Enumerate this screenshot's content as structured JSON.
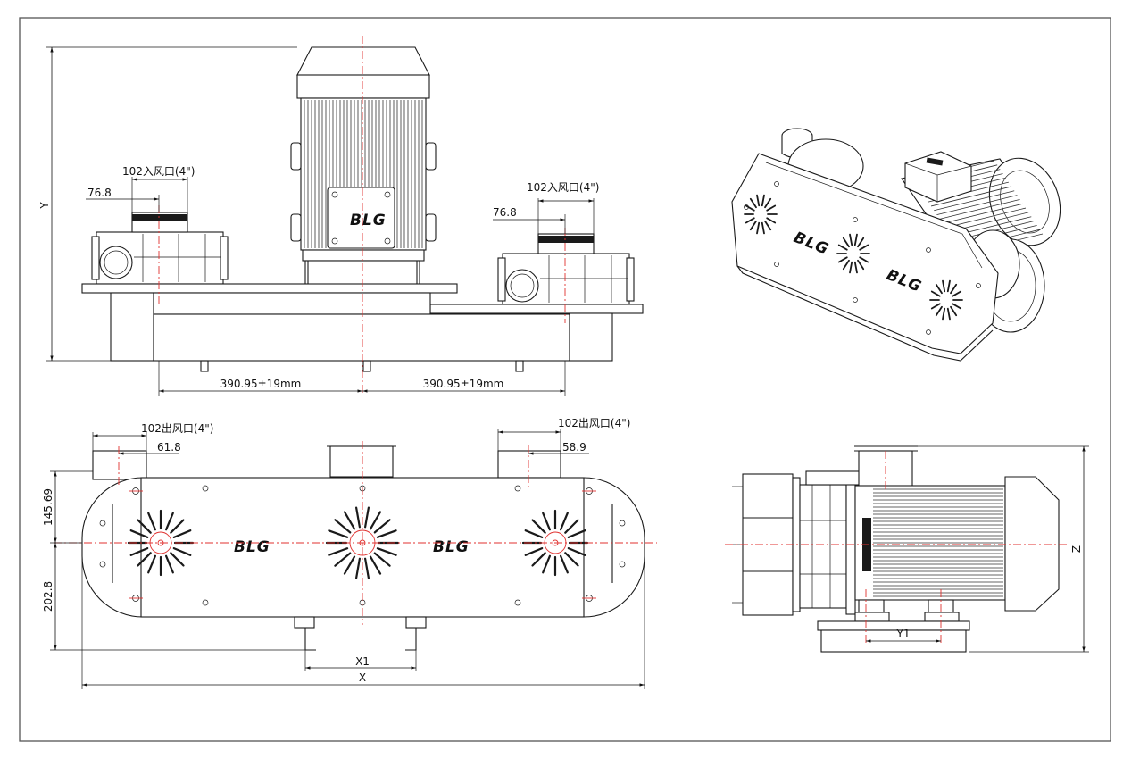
{
  "front_view": {
    "height_label": "Y",
    "inlet_left": "102入风口(4\")",
    "inlet_right": "102入风口(4\")",
    "offset_left": "76.8",
    "offset_right": "76.8",
    "spacing_left": "390.95±19mm",
    "spacing_right": "390.95±19mm",
    "motor_logo": "BLG"
  },
  "top_view": {
    "outlet_left": "102出风口(4\")",
    "outlet_right": "102出风口(4\")",
    "offset_left": "61.8",
    "offset_right": "58.9",
    "upper_depth": "145.69",
    "lower_depth": "202.8",
    "foot_spacing": "X1",
    "overall_length": "X",
    "logo_left": "BLG",
    "logo_right": "BLG"
  },
  "iso_view": {
    "logo_left": "BLG",
    "logo_right": "BLG"
  },
  "side_view": {
    "height_label": "Z",
    "foot_spacing": "Y1"
  },
  "colors": {
    "line": "#1a1a1a",
    "centerline": "#e0312f",
    "frame": "#555555"
  }
}
